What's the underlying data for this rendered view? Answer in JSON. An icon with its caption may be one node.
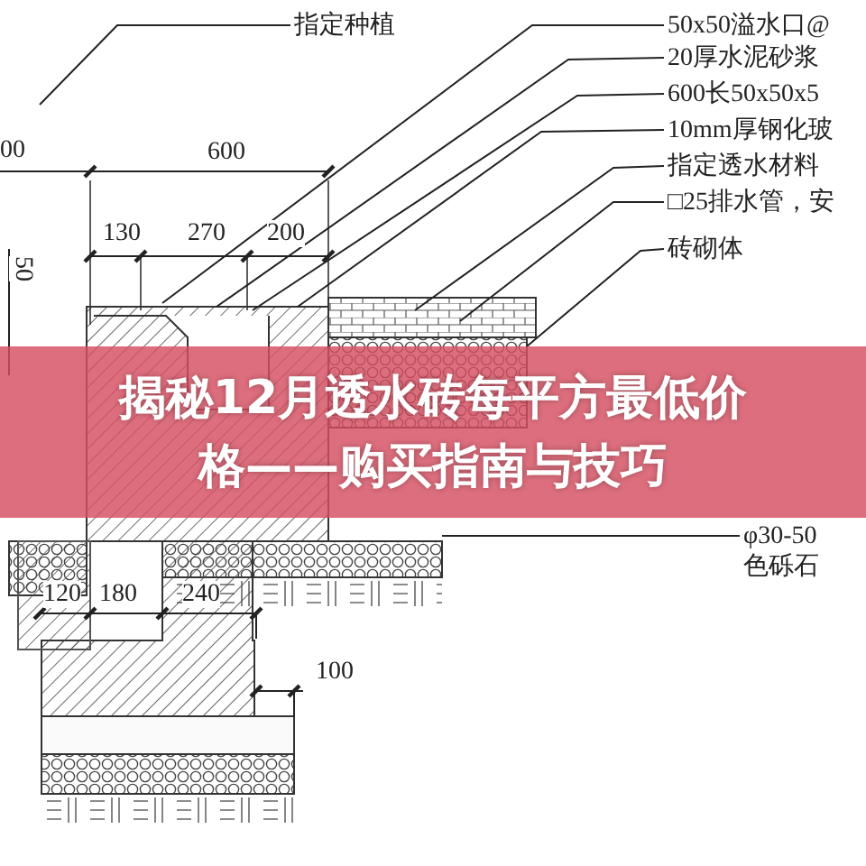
{
  "diagram": {
    "title": "揭秘12月透水砖每平方最低价格——购买指南与技巧",
    "nodes": [
      {
        "text": [
          "指定种植"
        ]
      },
      {
        "text": [
          "50x50溢水口@"
        ]
      },
      {
        "text": [
          "20厚水泥砂浆"
        ]
      },
      {
        "text": [
          "600长50x50x5"
        ]
      },
      {
        "text": [
          "10mm厚钢化玻"
        ]
      },
      {
        "text": [
          "指定透水材料"
        ]
      },
      {
        "text": [
          "□25排水管，安"
        ]
      },
      {
        "text": [
          "砖砌体"
        ]
      },
      {
        "text": [
          "φ30-50",
          "色砾石"
        ]
      }
    ],
    "edges": [
      {
        "from": 0,
        "to": null,
        "arrow": "none"
      },
      {
        "from": 1,
        "to": null,
        "arrow": "none"
      },
      {
        "from": 2,
        "to": null,
        "arrow": "none"
      },
      {
        "from": 3,
        "to": null,
        "arrow": "none"
      },
      {
        "from": 4,
        "to": null,
        "arrow": "none"
      },
      {
        "from": 5,
        "to": null,
        "arrow": "none"
      },
      {
        "from": 6,
        "to": null,
        "arrow": "none"
      },
      {
        "from": 7,
        "to": null,
        "arrow": "none"
      },
      {
        "from": 8,
        "to": null,
        "arrow": "none"
      }
    ],
    "labels": [
      "00",
      "600",
      "130",
      "270",
      "200",
      "50",
      "120",
      "180",
      "240",
      "100"
    ]
  }
}
